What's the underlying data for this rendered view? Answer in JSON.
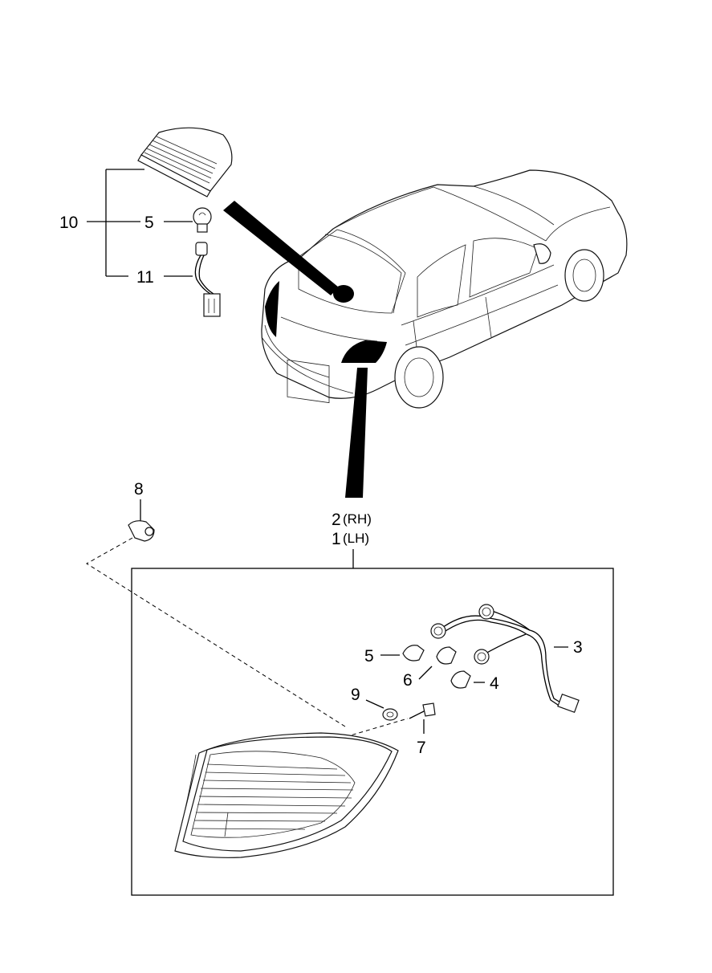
{
  "callouts": {
    "p10": "10",
    "p5_top": "5",
    "p11": "11",
    "p8": "8",
    "p2": "2",
    "p2_side": "(RH)",
    "p1": "1",
    "p1_side": "(LH)",
    "p3": "3",
    "p5_lower": "5",
    "p6": "6",
    "p4": "4",
    "p9": "9",
    "p7": "7"
  }
}
